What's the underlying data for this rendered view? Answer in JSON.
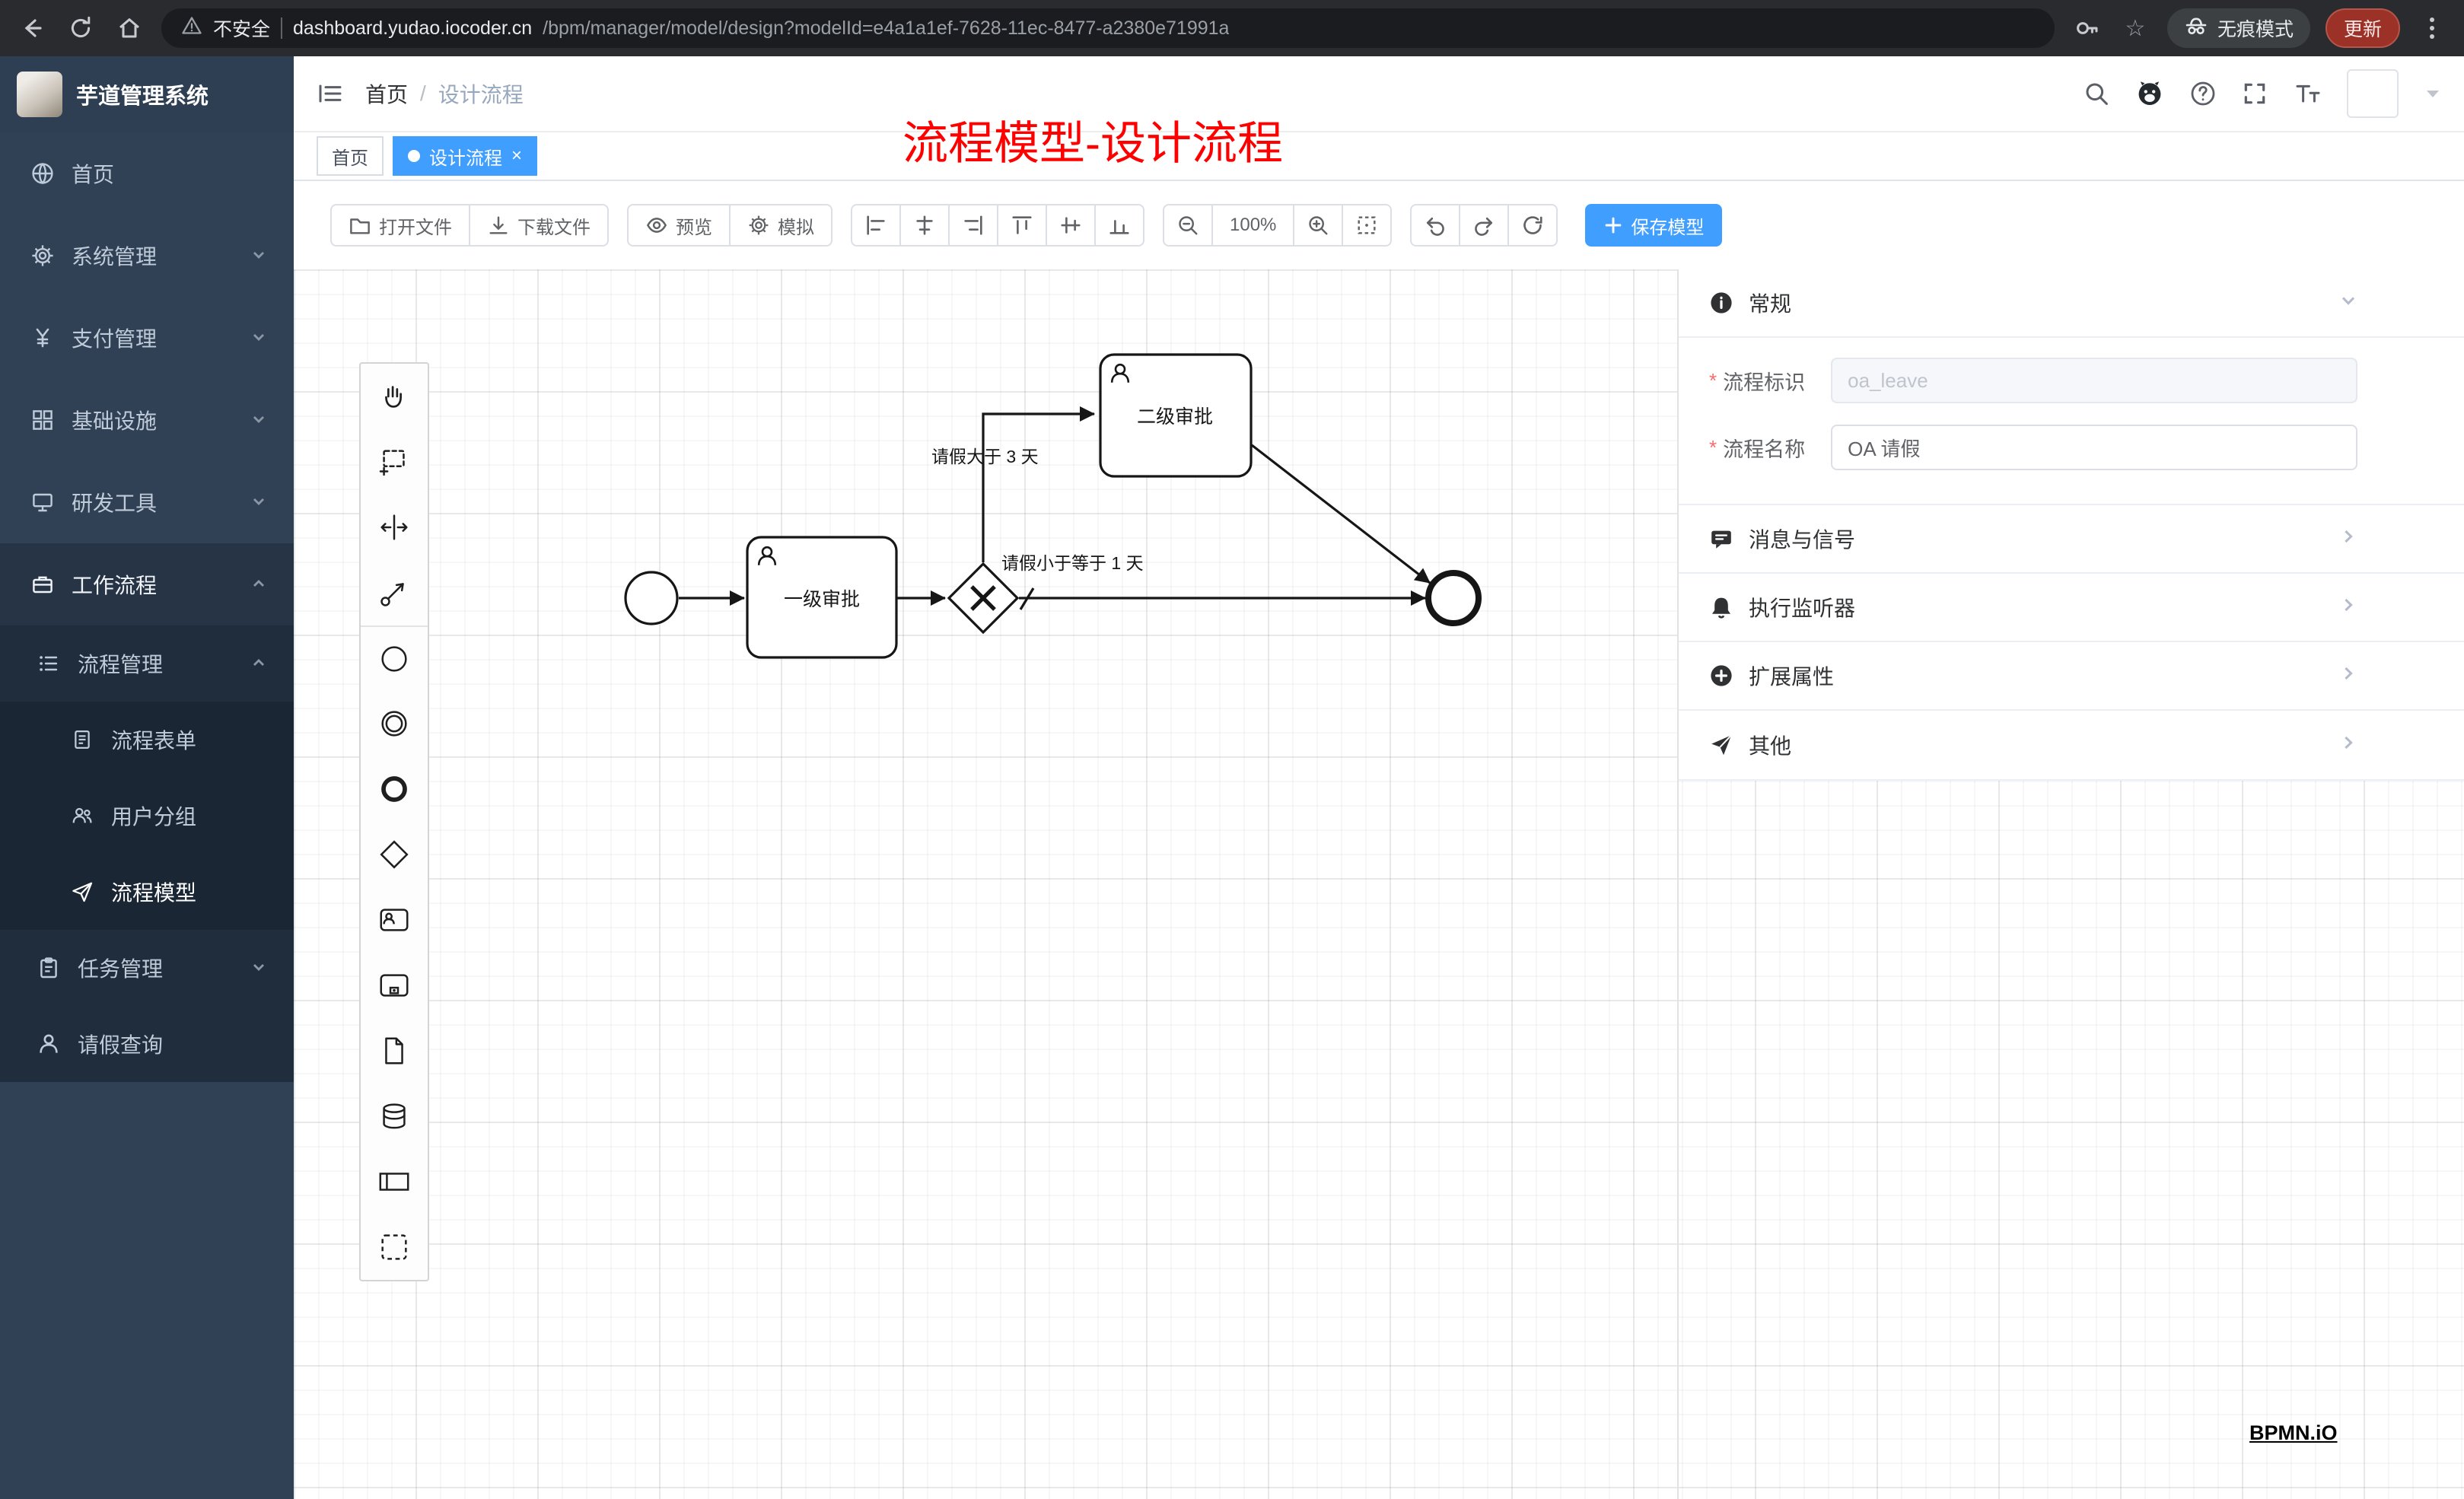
{
  "colors": {
    "accent": "#409eff",
    "annotation_red": "#ff0000",
    "sidebar_bg": "#304156",
    "sidebar_sub_bg": "#1f2d3d",
    "chrome_bg": "#2a2b2e",
    "bpmn_stroke": "#161616"
  },
  "browser": {
    "security": "不安全",
    "url_host": "dashboard.yudao.iocoder.cn",
    "url_path": "/bpm/manager/model/design?modelId=e4a1a1ef-7628-11ec-8477-a2380e71991a",
    "incognito": "无痕模式",
    "update": "更新"
  },
  "sidebar": {
    "app_title": "芋道管理系统",
    "home": "首页",
    "system": "系统管理",
    "pay": "支付管理",
    "infra": "基础设施",
    "dev": "研发工具",
    "workflow": "工作流程",
    "process_manage": "流程管理",
    "process_form": "流程表单",
    "user_group": "用户分组",
    "process_model": "流程模型",
    "task_manage": "任务管理",
    "leave_query": "请假查询"
  },
  "header": {
    "breadcrumb_home": "首页",
    "breadcrumb_sep": "/",
    "breadcrumb_current": "设计流程"
  },
  "annotation": "流程模型-设计流程",
  "tabs": {
    "home": "首页",
    "current": "设计流程",
    "close": "×"
  },
  "toolbar": {
    "open_file": "打开文件",
    "download_file": "下载文件",
    "preview": "预览",
    "simulate": "模拟",
    "zoom_level": "100%",
    "save_model": "保存模型"
  },
  "diagram": {
    "task1": "一级审批",
    "task2": "二级审批",
    "flow_gt3": "请假大于 3 天",
    "flow_le1": "请假小于等于 1 天"
  },
  "panel": {
    "general": "常规",
    "message_signal": "消息与信号",
    "exec_listener": "执行监听器",
    "ext_attrs": "扩展属性",
    "other": "其他",
    "required_mark": "*",
    "key_label": "流程标识",
    "key_value": "oa_leave",
    "name_label": "流程名称",
    "name_value": "OA 请假"
  },
  "watermark": "BPMN.iO"
}
